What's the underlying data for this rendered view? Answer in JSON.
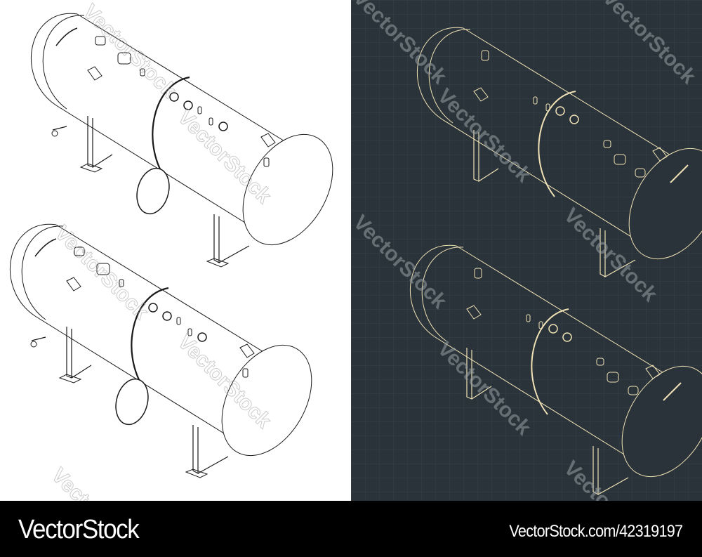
{
  "image": {
    "description": "Isometric technical drawings of horizontal pressure vessel tanks, shown as black line art on white (left) and cream blueprint lines on dark grid (right)",
    "panels": [
      {
        "name": "light-panel",
        "background": "#ffffff",
        "line_color": "#1a1a1a",
        "tanks": 2
      },
      {
        "name": "dark-panel",
        "background": "#2a3339",
        "line_color": "#f0e2b6",
        "grid_color": "#36424a",
        "tanks": 2
      }
    ]
  },
  "watermark": {
    "text": "VectorStock"
  },
  "footer": {
    "brand": "VectorStock",
    "url": "VectorStock.com/42319197"
  }
}
